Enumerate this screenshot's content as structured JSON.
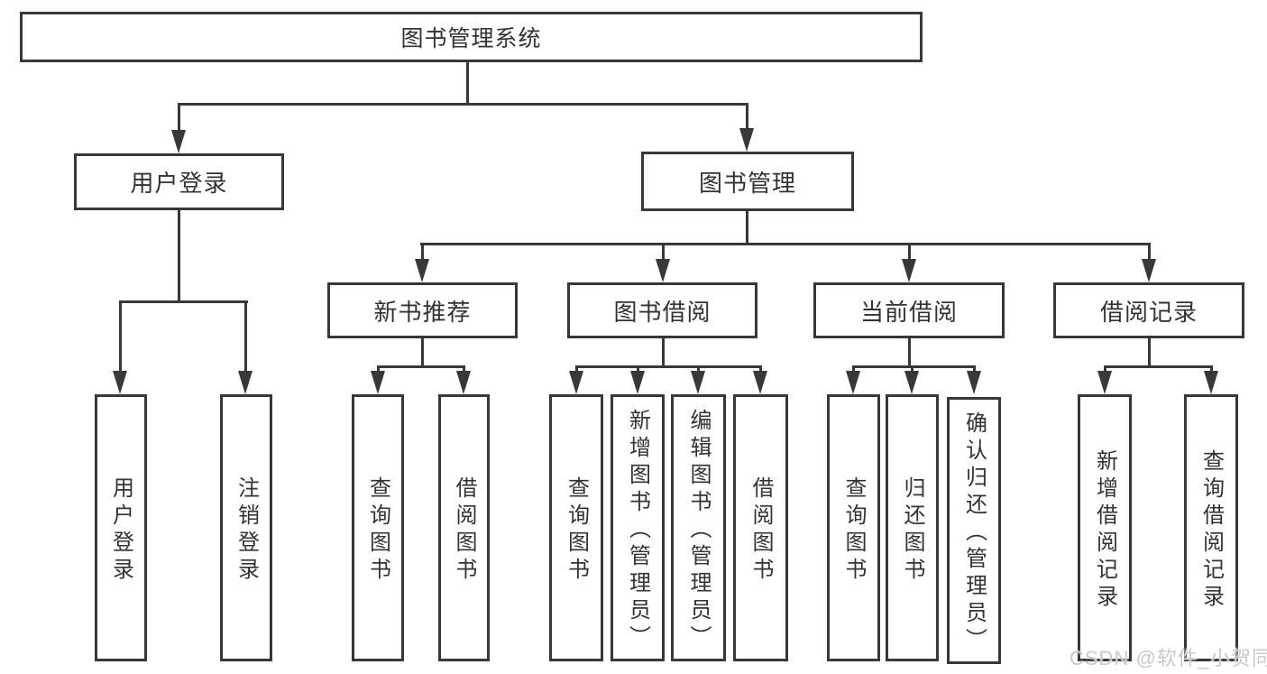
{
  "tree": {
    "root": "图书管理系统",
    "branches": [
      {
        "label": "用户登录",
        "children": [
          "用户登录",
          "注销登录"
        ]
      },
      {
        "label": "图书管理",
        "groups": [
          {
            "label": "新书推荐",
            "children": [
              "查询图书",
              "借阅图书"
            ]
          },
          {
            "label": "图书借阅",
            "children": [
              "查询图书",
              "新增图书（管理员）",
              "编辑图书（管理员）",
              "借阅图书"
            ]
          },
          {
            "label": "当前借阅",
            "children": [
              "查询图书",
              "归还图书",
              "确认归还（管理员）"
            ]
          },
          {
            "label": "借阅记录",
            "children": [
              "新增借阅记录",
              "查询借阅记录"
            ]
          }
        ]
      }
    ]
  },
  "watermark": "CSDN @软件_小贺同学",
  "colors": {
    "line": "#383838",
    "text": "#333333",
    "background": "#ffffff",
    "watermark": "#c9c9c9"
  }
}
